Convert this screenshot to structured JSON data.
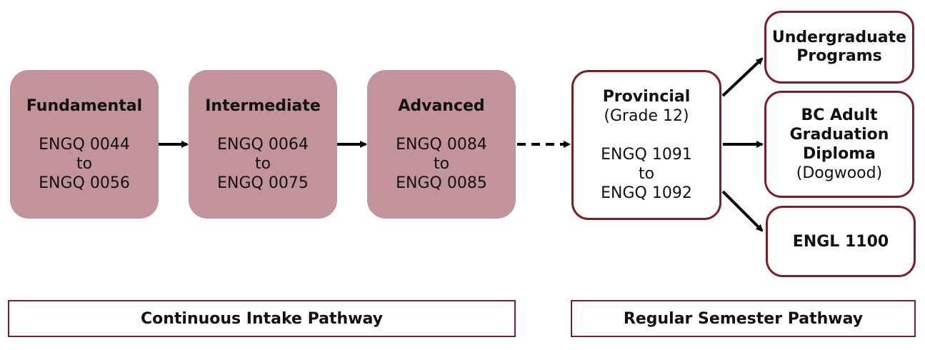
{
  "stages": [
    {
      "title": "Fundamental",
      "from": "ENGQ 0044",
      "to_word": "to",
      "to": "ENGQ 0056"
    },
    {
      "title": "Intermediate",
      "from": "ENGQ 0064",
      "to_word": "to",
      "to": "ENGQ 0075"
    },
    {
      "title": "Advanced",
      "from": "ENGQ 0084",
      "to_word": "to",
      "to": "ENGQ 0085"
    }
  ],
  "provincial": {
    "title": "Provincial",
    "subtitle": "(Grade 12)",
    "from": "ENGQ 1091",
    "to_word": "to",
    "to": "ENGQ 1092"
  },
  "outcomes": {
    "undergrad": {
      "line1": "Undergraduate",
      "line2": "Programs"
    },
    "bc": {
      "line1": "BC Adult",
      "line2": "Graduation",
      "line3": "Diploma",
      "line4": "(Dogwood)"
    },
    "engl": {
      "line1": "ENGL 1100"
    }
  },
  "pathways": {
    "continuous": "Continuous Intake Pathway",
    "regular": "Regular Semester Pathway"
  },
  "colors": {
    "filled_box": "#c2939a",
    "border": "#7a1f2b",
    "arrow": "#000000"
  }
}
